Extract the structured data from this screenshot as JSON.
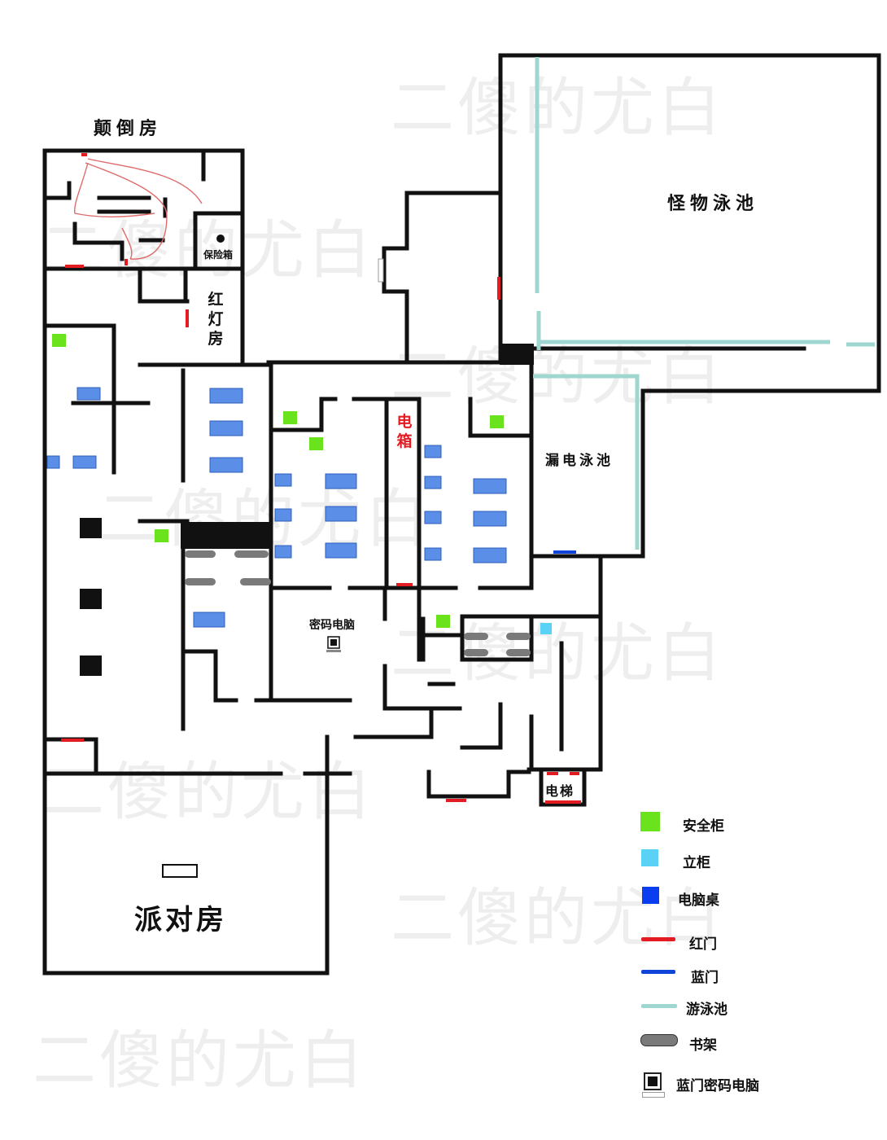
{
  "watermark": "二傻的尤白",
  "rooms": {
    "diandao": "颠倒房",
    "monster_pool": "怪物泳池",
    "red_light_1": "红",
    "red_light_2": "灯",
    "red_light_3": "房",
    "electric_pool": "漏电泳池",
    "party": "派对房",
    "elevator": "电梯",
    "password_pc": "密码电脑",
    "safe": "保险箱",
    "ebox_1": "电",
    "ebox_2": "箱"
  },
  "legend": [
    {
      "icon": "safety-cabinet",
      "label": "安全柜",
      "color": "#6ae21c"
    },
    {
      "icon": "standing-cabinet",
      "label": "立柜",
      "color": "#5ad2f5"
    },
    {
      "icon": "computer-desk",
      "label": "电脑桌",
      "color": "#0a3cf0"
    },
    {
      "icon": "red-door",
      "label": "红门",
      "color": "#e31b23"
    },
    {
      "icon": "blue-door",
      "label": "蓝门",
      "color": "#1144d8"
    },
    {
      "icon": "swimming-pool",
      "label": "游泳池",
      "color": "#9fd6cf"
    },
    {
      "icon": "bookshelf",
      "label": "书架",
      "color": "#7a7a7a"
    },
    {
      "icon": "blue-door-pc",
      "label": "蓝门密码电脑",
      "color": "#222222"
    }
  ],
  "colors": {
    "wall": "#111111",
    "desk": "#5b8ee6",
    "safe_cab": "#6ae21c",
    "cabinet": "#5ad2f5",
    "red_door": "#e31b23",
    "blue_door": "#1144d8",
    "pool": "#9fd6cf",
    "shelf": "#7a7a7a"
  }
}
